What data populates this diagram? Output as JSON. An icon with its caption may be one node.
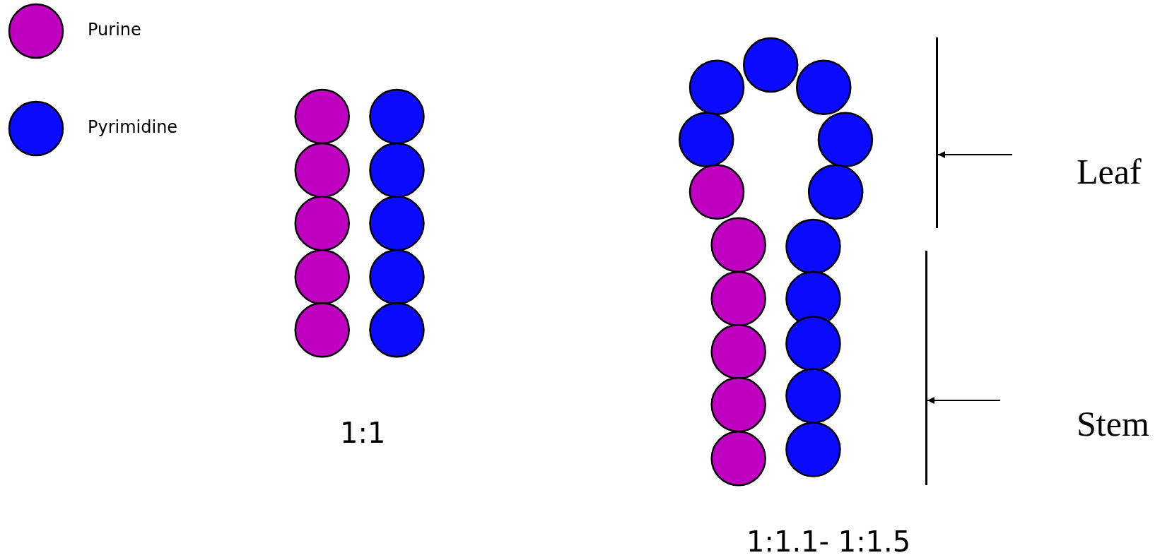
{
  "diagram": {
    "nodes": [
      {
        "text": [],
        "shape": "bar"
      },
      {
        "text": [],
        "shape": "bar"
      }
    ],
    "edges": [
      {
        "from": null,
        "to": 0,
        "arrow": "to"
      },
      {
        "from": null,
        "to": 1,
        "arrow": "to"
      }
    ],
    "labels": [
      "Leaf",
      "Stem",
      "1:1",
      "1:1.1- 1:1.5"
    ],
    "legend": [
      {
        "text": "Purine",
        "color": "#c000c0"
      },
      {
        "text": "Pyrimidine",
        "color": "#0a0aff"
      }
    ]
  }
}
